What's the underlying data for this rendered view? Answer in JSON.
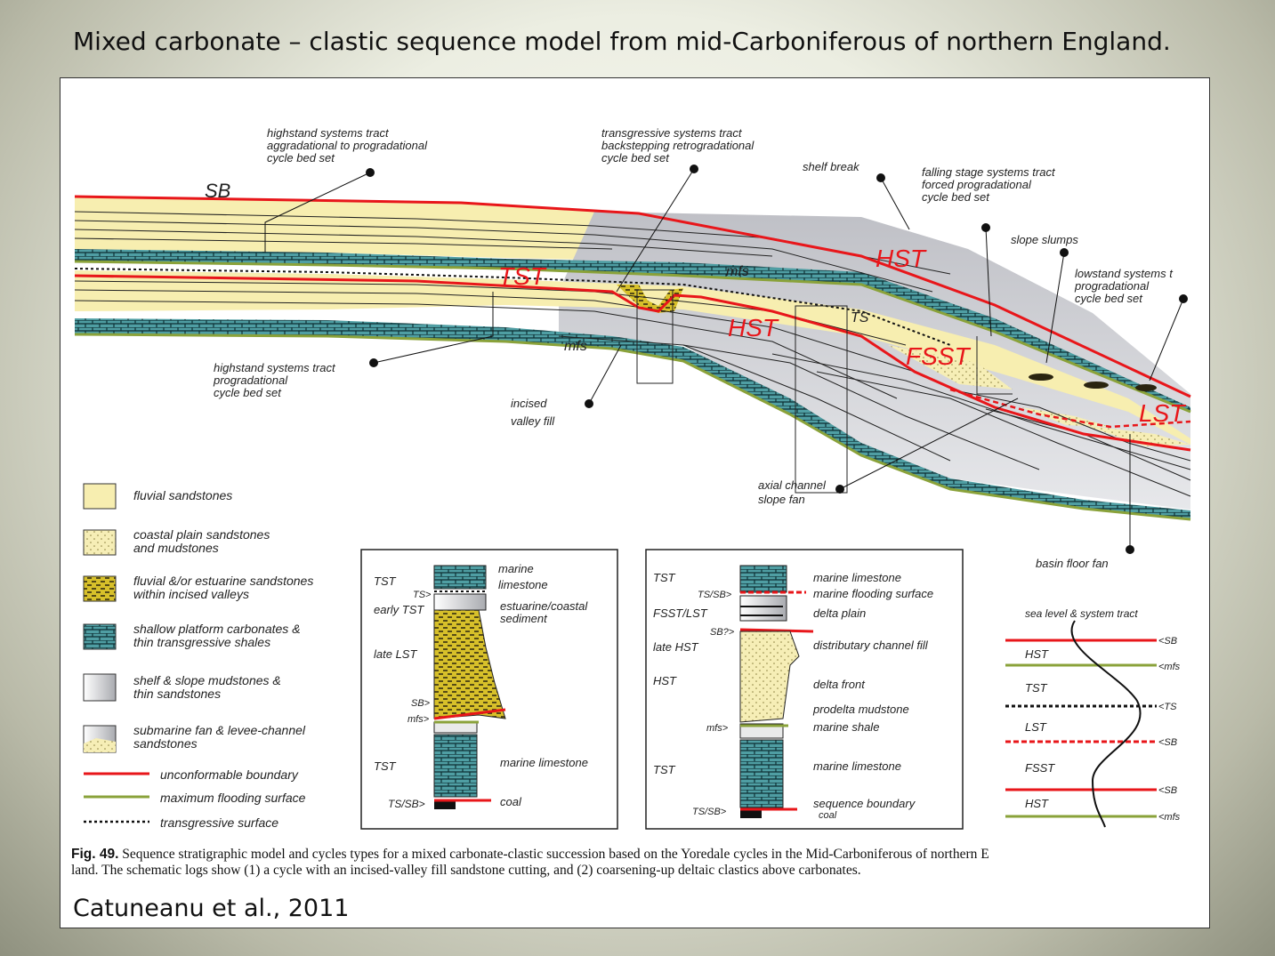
{
  "slide": {
    "title": "Mixed carbonate – clastic sequence model from mid-Carboniferous of northern England.",
    "citation": "Catuneanu et al., 2011"
  },
  "cross_section": {
    "labels": {
      "sb": "SB",
      "hst_upper": "HST",
      "hst_lower": "HST",
      "tst": "TST",
      "fsst": "FSST",
      "lst": "LST",
      "mfs_upper": "mfs",
      "mfs_lower": "mfs",
      "ts": "TS"
    },
    "callouts": {
      "hst_top_1": "highstand systems tract",
      "hst_top_2": "aggradational to progradational",
      "hst_top_3": "cycle bed set",
      "tst_1": "transgressive systems tract",
      "tst_2": "backstepping retrogradational",
      "tst_3": "cycle bed set",
      "shelf_break": "shelf break",
      "fsst_1": "falling stage systems tract",
      "fsst_2": "forced progradational",
      "fsst_3": "cycle bed set",
      "slope_slumps": "slope slumps",
      "lst_1": "lowstand systems t",
      "lst_2": "progradational",
      "lst_3": "cycle bed set",
      "hst_low_1": "highstand systems tract",
      "hst_low_2": "progradational",
      "hst_low_3": "cycle bed set",
      "incised_1": "incised",
      "incised_2": "valley fill",
      "axial_1": "axial channel",
      "axial_2": "slope fan",
      "basin_floor": "basin floor fan"
    }
  },
  "legend": {
    "items": [
      {
        "lines": [
          "fluvial sandstones"
        ]
      },
      {
        "lines": [
          "coastal plain sandstones",
          "and mudstones"
        ]
      },
      {
        "lines": [
          "fluvial &/or estuarine sandstones",
          "within incised valleys"
        ]
      },
      {
        "lines": [
          "shallow platform carbonates &",
          "thin transgressive shales"
        ]
      },
      {
        "lines": [
          "shelf & slope mudstones &",
          "thin sandstones"
        ]
      },
      {
        "lines": [
          "submarine fan & levee-channel",
          "sandstones"
        ]
      },
      {
        "lines": [
          "unconformable boundary"
        ]
      },
      {
        "lines": [
          "maximum flooding surface"
        ]
      },
      {
        "lines": [
          "transgressive surface"
        ]
      }
    ]
  },
  "log1": {
    "left": {
      "tst_top": "TST",
      "ts": "TS>",
      "early_tst": "early TST",
      "late_lst": "late LST",
      "sb": "SB>",
      "mfs": "mfs>",
      "tst_bottom": "TST",
      "tssb": "TS/SB>"
    },
    "right": {
      "marine_1": "marine",
      "marine_2": "limestone",
      "estuarine_1": "estuarine/coastal",
      "estuarine_2": "sediment",
      "marine_lst": "marine limestone",
      "coal": "coal"
    }
  },
  "log2": {
    "left": {
      "tst": "TST",
      "tssb_top": "TS/SB>",
      "fsst_lst": "FSST/LST",
      "sb": "SB?>",
      "late_hst": "late HST",
      "hst": "HST",
      "mfs": "mfs>",
      "tst_bottom": "TST",
      "tssb_bottom": "TS/SB>"
    },
    "right": {
      "marine_limestone": "marine limestone",
      "flooding": "marine flooding surface",
      "delta_plain": "delta plain",
      "channel_fill": "distributary channel fill",
      "delta_front": "delta front",
      "prodelta": "prodelta mudstone",
      "marine_shale": "marine shale",
      "marine_lst2": "marine limestone",
      "seq_boundary": "sequence boundary",
      "coal": "coal"
    }
  },
  "sea_level": {
    "title": "sea level & system tract",
    "tracts": [
      "HST",
      "TST",
      "LST",
      "FSST",
      "HST"
    ],
    "markers": [
      "<SB",
      "<mfs",
      "<TS",
      "<SB",
      "<SB",
      "<mfs"
    ]
  },
  "caption": {
    "fig": "Fig. 49.",
    "text": "Sequence stratigraphic model and cycles types for a mixed carbonate-clastic succession based on the Yoredale cycles in the Mid-Carboniferous of northern E",
    "line2": "land. The schematic logs show (1) a cycle with an incised-valley fill sandstone cutting, and (2) coarsening-up deltaic clastics above carbonates."
  },
  "colors": {
    "sand": "#f7eeb0",
    "carbonate": "#4f9ea3",
    "mud": "#cfd0d4",
    "red": "#e8161a",
    "green": "#8aa23a",
    "estuarine": "#c9b21a"
  }
}
